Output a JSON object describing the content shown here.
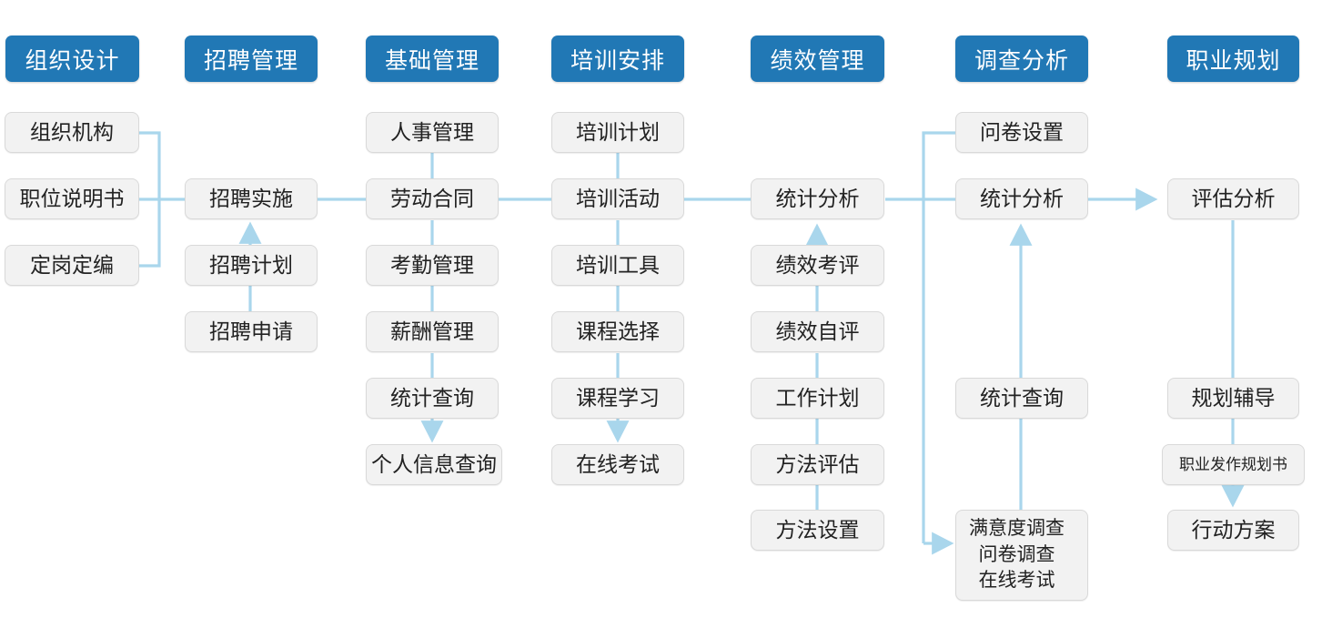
{
  "meta": {
    "accent_blue": "#2178b5",
    "node_fill": "#f2f2f2",
    "node_border": "#d9d9d9",
    "wire_color": "#a9d6ec"
  },
  "columns": [
    {
      "id": "org-design",
      "header": "组织设计",
      "nodes": [
        {
          "label": "组织机构"
        },
        {
          "label": "职位说明书"
        },
        {
          "label": "定岗定编"
        }
      ]
    },
    {
      "id": "recruit-management",
      "header": "招聘管理",
      "nodes": [
        {
          "label": "招聘实施"
        },
        {
          "label": "招聘计划"
        },
        {
          "label": "招聘申请"
        }
      ]
    },
    {
      "id": "basic-management",
      "header": "基础管理",
      "nodes": [
        {
          "label": "人事管理"
        },
        {
          "label": "劳动合同"
        },
        {
          "label": "考勤管理"
        },
        {
          "label": "薪酬管理"
        },
        {
          "label": "统计查询"
        },
        {
          "label": "个人信息查询"
        }
      ]
    },
    {
      "id": "training-arrangement",
      "header": "培训安排",
      "nodes": [
        {
          "label": "培训计划"
        },
        {
          "label": "培训活动"
        },
        {
          "label": "培训工具"
        },
        {
          "label": "课程选择"
        },
        {
          "label": "课程学习"
        },
        {
          "label": "在线考试"
        }
      ]
    },
    {
      "id": "performance-management",
      "header": "绩效管理",
      "nodes": [
        {
          "label": "统计分析"
        },
        {
          "label": "绩效考评"
        },
        {
          "label": "绩效自评"
        },
        {
          "label": "工作计划"
        },
        {
          "label": "方法评估"
        },
        {
          "label": "方法设置"
        }
      ]
    },
    {
      "id": "survey-analysis",
      "header": "调查分析",
      "nodes": [
        {
          "label": "问卷设置"
        },
        {
          "label": "统计分析"
        },
        {
          "label": "统计查询"
        },
        {
          "label": "满意度调查\n问卷调查\n在线考试"
        }
      ]
    },
    {
      "id": "career-planning",
      "header": "职业规划",
      "nodes": [
        {
          "label": "评估分析"
        },
        {
          "label": "规划辅导"
        },
        {
          "label": "职业发作规划书"
        },
        {
          "label": "行动方案"
        }
      ]
    }
  ]
}
